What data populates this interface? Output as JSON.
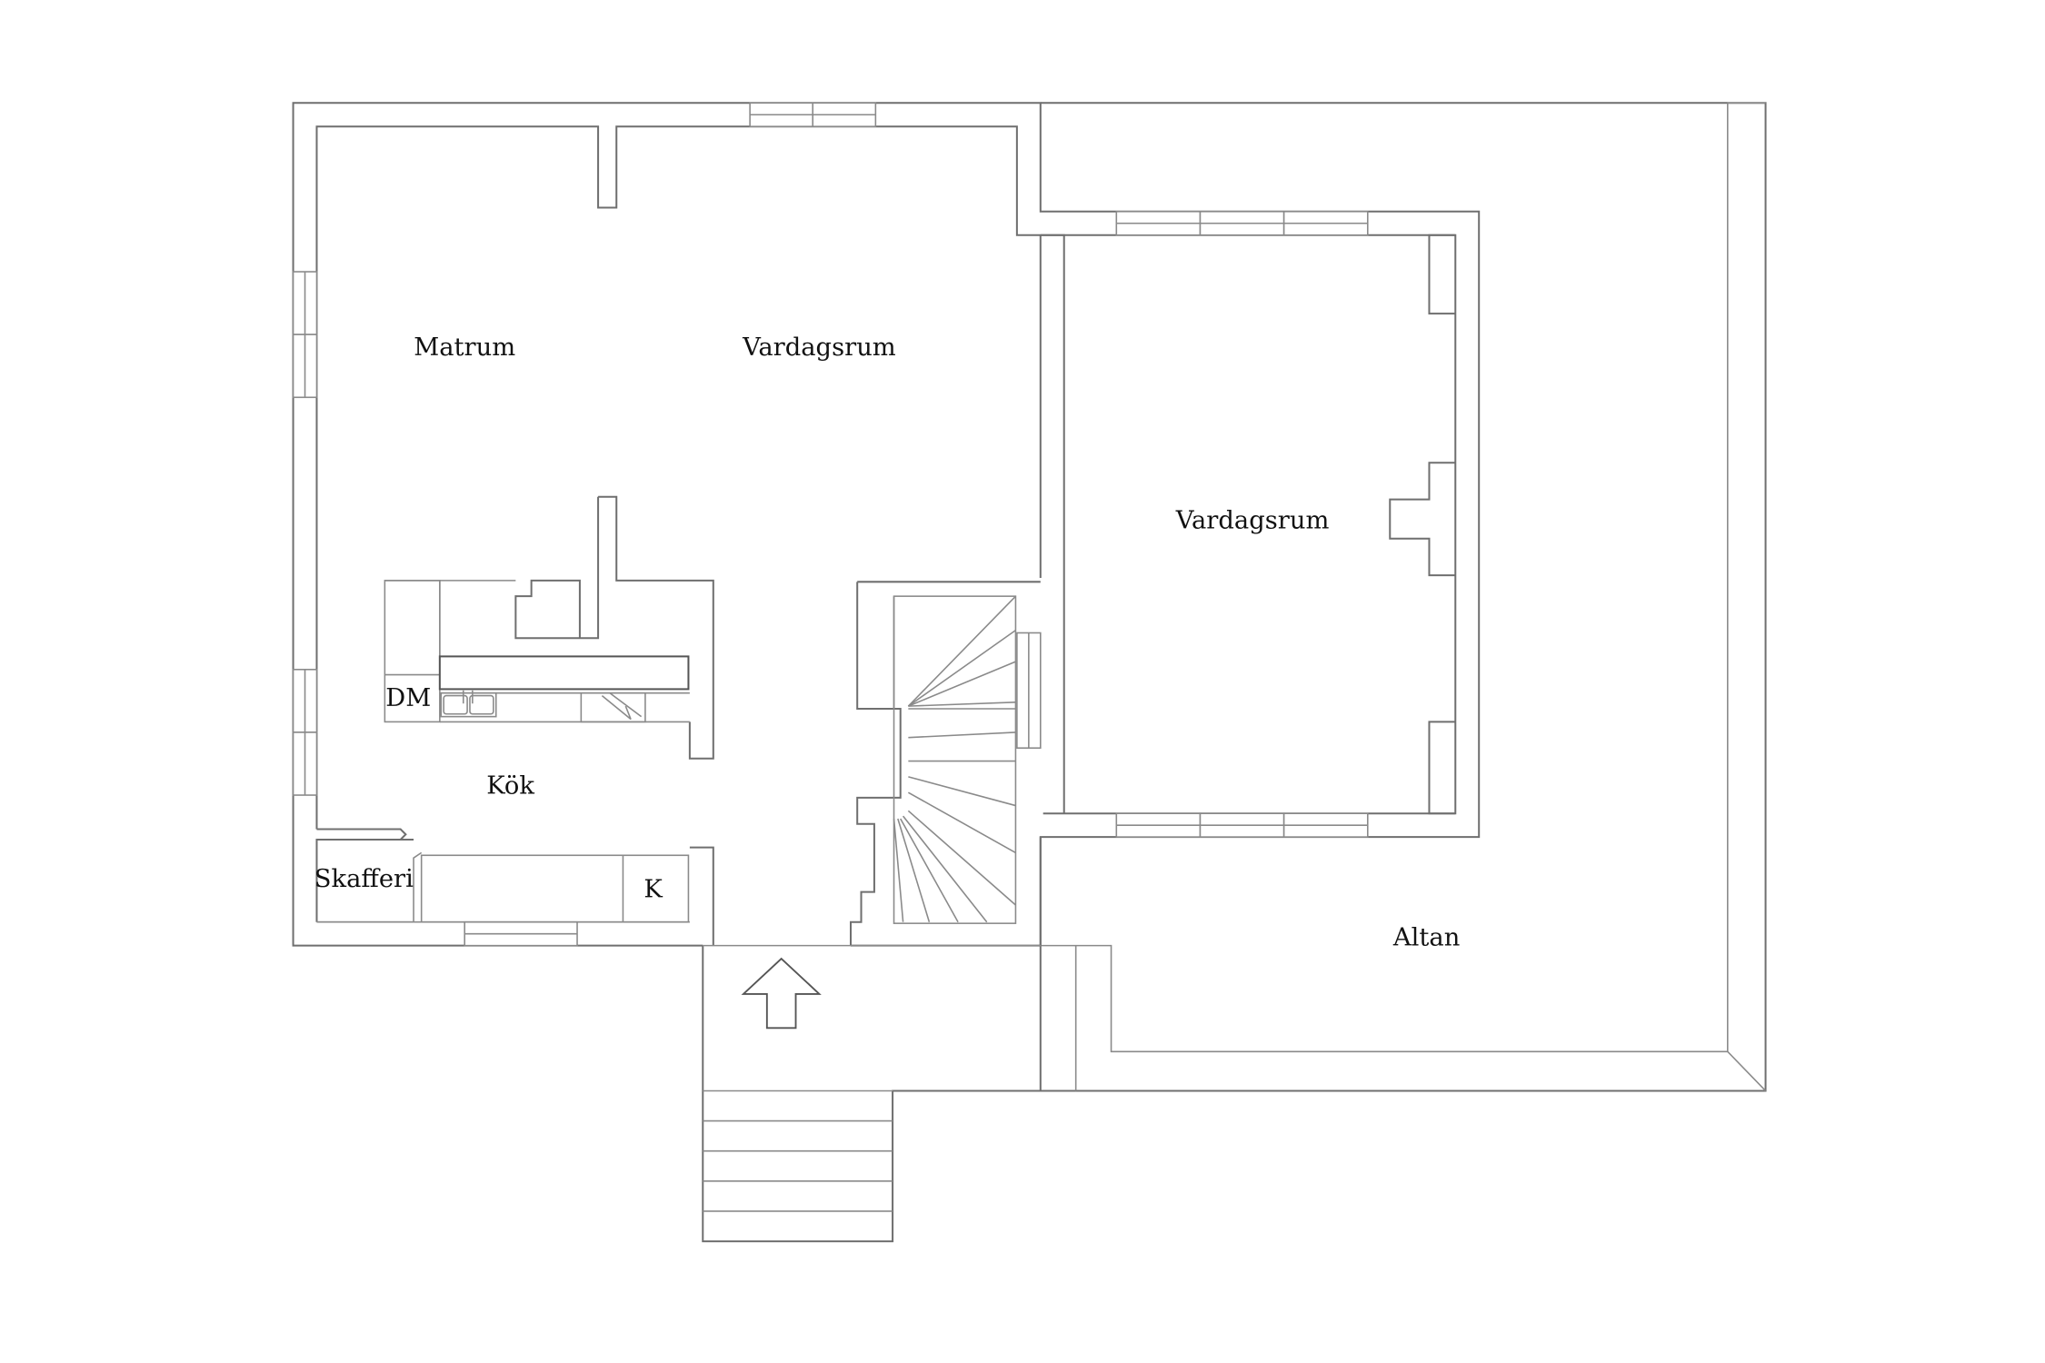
{
  "rooms": {
    "matrum": "Matrum",
    "vardagsrum_1": "Vardagsrum",
    "vardagsrum_2": "Vardagsrum",
    "kok": "Kök",
    "dm": "DM",
    "skafferi": "Skafferi",
    "k": "K",
    "altan": "Altan"
  },
  "icons": {
    "entrance": "up-arrow-icon",
    "stairs": "staircase-icon",
    "sink": "sink-icon"
  },
  "colors": {
    "line": "#6f6f6f",
    "text": "#111111",
    "background": "#ffffff"
  }
}
